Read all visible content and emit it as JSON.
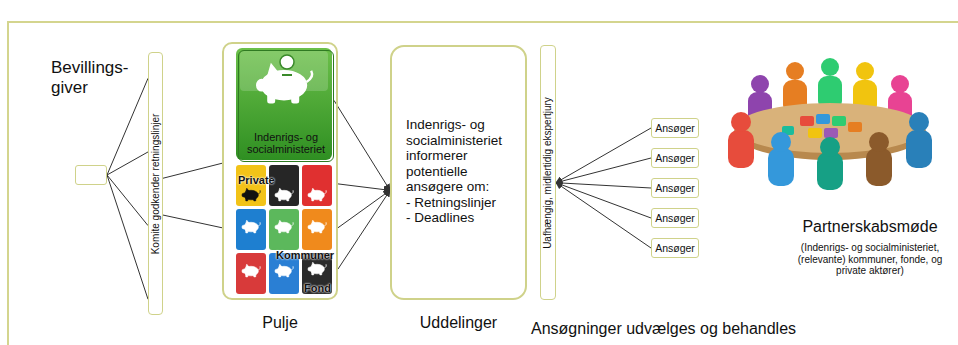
{
  "diagram": {
    "nodes": [
      {
        "text": [
          "Bevillings- giver"
        ]
      },
      {
        "text": [
          "Komite godkender retningslinjer"
        ]
      },
      {
        "text": [
          "Pulje"
        ]
      },
      {
        "text": [
          "Indenrigs- og socialministeriet"
        ],
        "in": 2
      },
      {
        "text": [
          "Indenrigs- og socialministeriet informerer potentielle ansøgere om:",
          "- Retningslinjer",
          "- Deadlines",
          "Uddelinger"
        ]
      },
      {
        "text": [
          "Uafhængig, midlertidig ekspertjury"
        ]
      },
      {
        "text": [
          "Ansøger"
        ]
      },
      {
        "text": [
          "Ansøger"
        ]
      },
      {
        "text": [
          "Ansøger"
        ]
      },
      {
        "text": [
          "Ansøger"
        ]
      },
      {
        "text": [
          "Ansøger"
        ]
      }
    ],
    "edges": [
      {
        "from": 0,
        "to": 1,
        "arrow": "none"
      },
      {
        "from": 0,
        "to": 1,
        "arrow": "none"
      },
      {
        "from": 0,
        "to": 1,
        "arrow": "none"
      },
      {
        "from": 0,
        "to": 1,
        "arrow": "none"
      },
      {
        "from": 1,
        "to": 2,
        "arrow": "none"
      },
      {
        "from": 1,
        "to": 2,
        "arrow": "none"
      },
      {
        "from": 3,
        "to": 4,
        "arrow": "to"
      },
      {
        "from": 2,
        "to": 4,
        "arrow": "to"
      },
      {
        "from": 2,
        "to": 4,
        "arrow": "to"
      },
      {
        "from": 2,
        "to": 4,
        "arrow": "to"
      },
      {
        "from": 6,
        "to": 5,
        "arrow": "to"
      },
      {
        "from": 7,
        "to": 5,
        "arrow": "to"
      },
      {
        "from": 8,
        "to": 5,
        "arrow": "to"
      },
      {
        "from": 9,
        "to": 5,
        "arrow": "to"
      },
      {
        "from": 10,
        "to": 5,
        "arrow": "to"
      }
    ],
    "labels": [
      "Private",
      "Kommuner",
      "Fond",
      "Partnerskabsmøde",
      "(Indenrigs- og socialministeriet, (relevante) kommuner, fonde, og private aktører)",
      "Ansøgninger udvælges og behandles"
    ]
  }
}
